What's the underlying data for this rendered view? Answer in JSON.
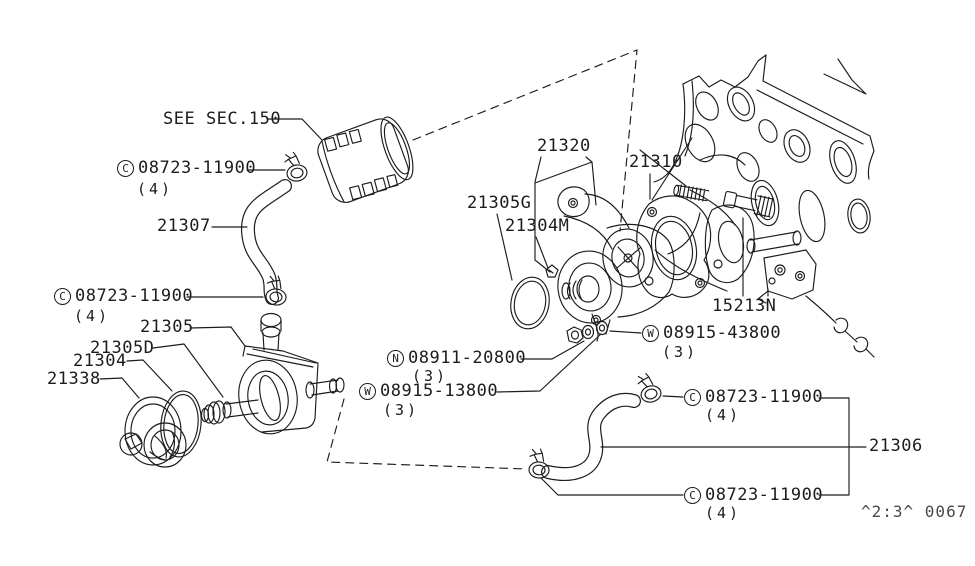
{
  "diagram": {
    "note_see_section": "SEE SEC.150",
    "drawing_code": "^2:3^ 0067",
    "colors": {
      "line": "#1c1c1c",
      "background": "#ffffff"
    },
    "labels": {
      "clamp_top": {
        "prefix": "C",
        "part": "08723-11900",
        "qty": "(4)"
      },
      "hose_21307": {
        "part": "21307"
      },
      "clamp_mid": {
        "prefix": "C",
        "part": "08723-11900",
        "qty": "(4)"
      },
      "cooler_21305": {
        "part": "21305"
      },
      "fitting_21305d": {
        "part": "21305D"
      },
      "oring_21304": {
        "part": "21304"
      },
      "pump_21338": {
        "part": "21338"
      },
      "bracket_21320": {
        "part": "21320"
      },
      "gasket_21310": {
        "part": "21310"
      },
      "oring_21305g": {
        "part": "21305G"
      },
      "clip_21304m": {
        "part": "21304M"
      },
      "switch_15213n": {
        "part": "15213N"
      },
      "washer_43800": {
        "prefix": "W",
        "part": "08915-43800",
        "qty": "(3)"
      },
      "nut_20800": {
        "prefix": "N",
        "part": "08911-20800",
        "qty": "(3)"
      },
      "washer_13800": {
        "prefix": "W",
        "part": "08915-13800",
        "qty": "(3)"
      },
      "clamp_bottom_upper": {
        "prefix": "C",
        "part": "08723-11900",
        "qty": "(4)"
      },
      "hose_21306": {
        "part": "21306"
      },
      "clamp_bottom_lower": {
        "prefix": "C",
        "part": "08723-11900",
        "qty": "(4)"
      }
    }
  }
}
